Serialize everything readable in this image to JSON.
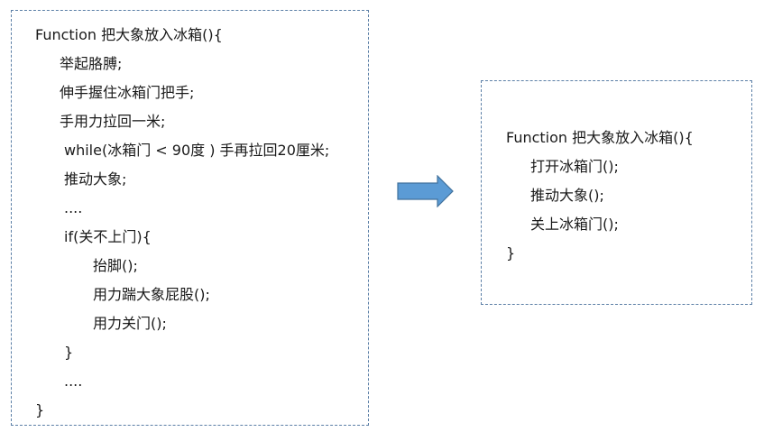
{
  "left_code": {
    "lines": [
      "Function 把大象放入冰箱(){",
      "举起胳膊;",
      "伸手握住冰箱门把手;",
      "手用力拉回一米;",
      "while(冰箱门 < 90度 ) 手再拉回20厘米;",
      "推动大象;",
      "....",
      "if(关不上门){",
      "抬脚();",
      "用力踹大象屁股();",
      "用力关门();",
      "}",
      "....",
      "}"
    ]
  },
  "right_code": {
    "lines": [
      "Function 把大象放入冰箱(){",
      "打开冰箱门();",
      "推动大象();",
      "关上冰箱门();",
      "}"
    ]
  },
  "colors": {
    "box_border": "#5b7fa6",
    "arrow_fill": "#5b9bd5",
    "arrow_stroke": "#41719c",
    "text": "#1a1a1a"
  }
}
